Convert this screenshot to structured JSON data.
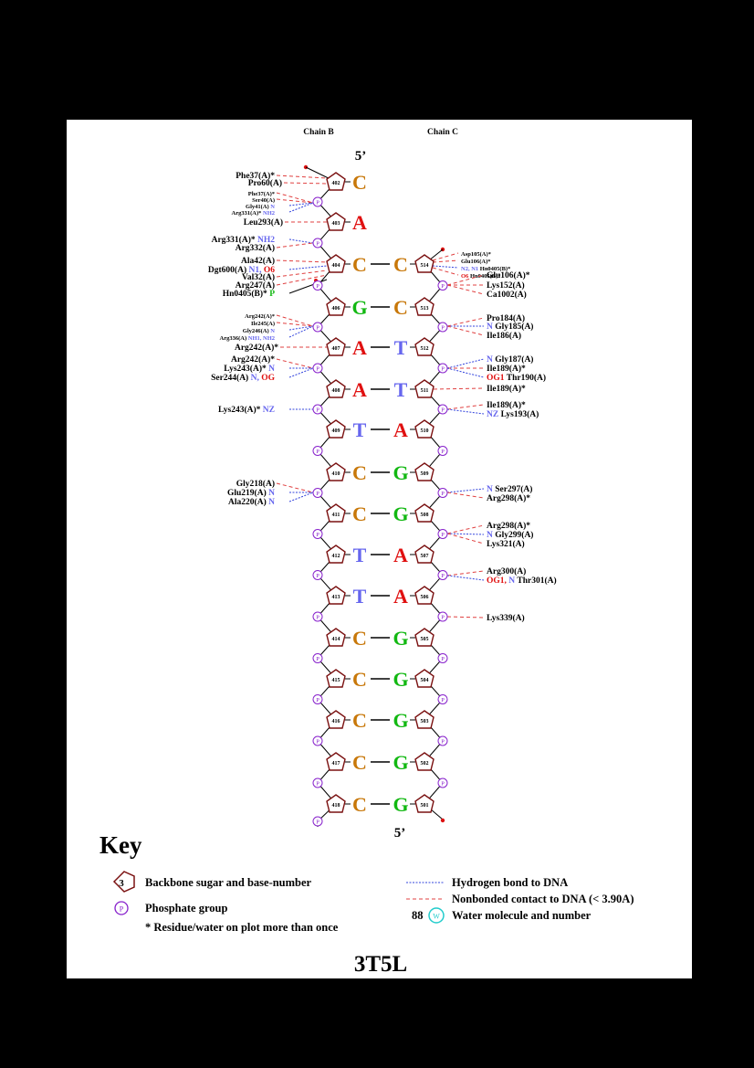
{
  "title": "3T5L",
  "chains": {
    "left": "Chain B",
    "right": "Chain C",
    "five_top": "5’",
    "five_bottom": "5’"
  },
  "colors": {
    "C": "#c8780a",
    "G": "#12b812",
    "A": "#e01010",
    "T": "#6666ee",
    "hbond": "#3344dd",
    "nonbond": "#e04040",
    "sugar": "#7a1010",
    "phosphate": "#8822cc",
    "water": "#22cccc"
  },
  "strand_left": [
    {
      "num": "402",
      "base": "C"
    },
    {
      "num": "403",
      "base": "A"
    },
    {
      "num": "404",
      "base": "C"
    },
    {
      "num": "406",
      "base": "G"
    },
    {
      "num": "407",
      "base": "A"
    },
    {
      "num": "408",
      "base": "A"
    },
    {
      "num": "409",
      "base": "T"
    },
    {
      "num": "410",
      "base": "C"
    },
    {
      "num": "411",
      "base": "C"
    },
    {
      "num": "412",
      "base": "T"
    },
    {
      "num": "413",
      "base": "T"
    },
    {
      "num": "414",
      "base": "C"
    },
    {
      "num": "415",
      "base": "C"
    },
    {
      "num": "416",
      "base": "C"
    },
    {
      "num": "417",
      "base": "C"
    },
    {
      "num": "418",
      "base": "C"
    }
  ],
  "strand_right": [
    {
      "num": "514",
      "base": "C"
    },
    {
      "num": "513",
      "base": "C"
    },
    {
      "num": "512",
      "base": "T"
    },
    {
      "num": "511",
      "base": "T"
    },
    {
      "num": "510",
      "base": "A"
    },
    {
      "num": "509",
      "base": "G"
    },
    {
      "num": "508",
      "base": "G"
    },
    {
      "num": "507",
      "base": "A"
    },
    {
      "num": "506",
      "base": "A"
    },
    {
      "num": "505",
      "base": "G"
    },
    {
      "num": "504",
      "base": "G"
    },
    {
      "num": "503",
      "base": "G"
    },
    {
      "num": "502",
      "base": "G"
    },
    {
      "num": "501",
      "base": "G"
    }
  ],
  "phosphate_symbol": "P",
  "left_labels": [
    {
      "text": "Phe37(A)*",
      "small": false
    },
    {
      "text": "Pro60(A)",
      "small": false
    },
    {
      "text": "Phe37(A)*",
      "small": true
    },
    {
      "text": "Ser40(A)",
      "small": true
    },
    {
      "text": "Gly41(A)",
      "atom": "N",
      "small": true
    },
    {
      "text": "Arg331(A)*",
      "atom": "NH2",
      "small": true
    },
    {
      "text": "Leu293(A)",
      "small": false
    },
    {
      "text": "Arg331(A)*",
      "atom": "NH2",
      "small": false
    },
    {
      "text": "Arg332(A)",
      "small": false
    },
    {
      "text": "Ala42(A)",
      "small": false
    },
    {
      "text": "Dgt600(A)",
      "atom": "N1,",
      "atom2": "O6",
      "small": false
    },
    {
      "text": "Val32(A)",
      "small": false
    },
    {
      "text": "Arg247(A)",
      "small": false
    },
    {
      "text": "Hn0405(B)*",
      "atom": "P",
      "small": false
    },
    {
      "text": "Arg242(A)*",
      "small": true
    },
    {
      "text": "Ile245(A)",
      "small": true
    },
    {
      "text": "Gly246(A)",
      "atom": "N",
      "small": true
    },
    {
      "text": "Arg336(A)",
      "atom": "NH1, NH2",
      "small": true
    },
    {
      "text": "Arg242(A)*",
      "small": false
    },
    {
      "text": "Arg242(A)*",
      "small": false
    },
    {
      "text": "Lys243(A)*",
      "atom": "N",
      "small": false
    },
    {
      "text": "Ser244(A)",
      "atom": "N,",
      "atom2": "OG",
      "small": false
    },
    {
      "text": "Lys243(A)*",
      "atom": "NZ",
      "small": false
    },
    {
      "text": "Gly218(A)",
      "small": false
    },
    {
      "text": "Glu219(A)",
      "atom": "N",
      "small": false
    },
    {
      "text": "Ala220(A)",
      "atom": "N",
      "small": false
    }
  ],
  "right_labels": [
    {
      "text": "Asp105(A)*",
      "small": true
    },
    {
      "text": "Glu106(A)*",
      "small": true
    },
    {
      "text": "Hn0405(B)*",
      "atom": "N2, N1",
      "small": true
    },
    {
      "text": "Hn0405(B)*",
      "atom": "O6",
      "small": true
    },
    {
      "text": "Glu106(A)*",
      "small": false
    },
    {
      "text": "Lys152(A)",
      "small": false
    },
    {
      "text": "Ca1002(A)",
      "small": false
    },
    {
      "text": "Pro184(A)",
      "small": false
    },
    {
      "text": "Gly185(A)",
      "atom": "N",
      "small": false
    },
    {
      "text": "Ile186(A)",
      "small": false
    },
    {
      "text": "Gly187(A)",
      "atom": "N",
      "small": false
    },
    {
      "text": "Ile189(A)*",
      "small": false
    },
    {
      "text": "Thr190(A)",
      "atom": "OG1",
      "small": false
    },
    {
      "text": "Ile189(A)*",
      "small": false
    },
    {
      "text": "Ile189(A)*",
      "small": false
    },
    {
      "text": "Lys193(A)",
      "atom": "NZ",
      "small": false
    },
    {
      "text": "Ser297(A)",
      "atom": "N",
      "small": false
    },
    {
      "text": "Arg298(A)*",
      "small": false
    },
    {
      "text": "Arg298(A)*",
      "small": false
    },
    {
      "text": "Gly299(A)",
      "atom": "N",
      "small": false
    },
    {
      "text": "Lys321(A)",
      "small": false
    },
    {
      "text": "Arg300(A)",
      "small": false
    },
    {
      "text": "Thr301(A)",
      "atom": "OG1,",
      "atom2": "N",
      "small": false
    },
    {
      "text": "Lys339(A)",
      "small": false
    }
  ],
  "key": {
    "title": "Key",
    "sugar_num": "3",
    "sugar_label": "Backbone sugar and base-number",
    "phosphate_label": "Phosphate group",
    "star_label": "* Residue/water on plot more than once",
    "hbond_label": "Hydrogen bond to DNA",
    "nonbond_label": "Nonbonded contact to DNA (< 3.90A)",
    "water_num": "88",
    "water_symbol": "W",
    "water_label": "Water molecule and number"
  }
}
